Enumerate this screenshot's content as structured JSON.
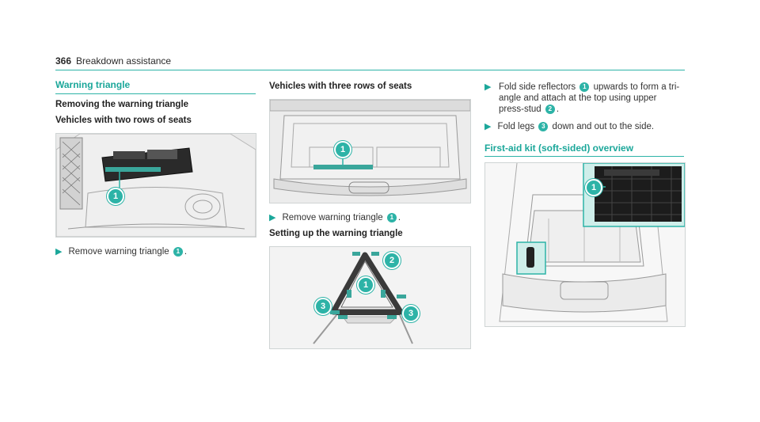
{
  "header": {
    "page_number": "366",
    "section": "Breakdown assistance"
  },
  "col1": {
    "title": "Warning triangle",
    "subtitle": "Removing the warning triangle",
    "subhead": "Vehicles with two rows of seats",
    "step_text": "Remove warning triangle",
    "step_ref": "1",
    "step_end": ".",
    "callout": "1"
  },
  "col2": {
    "subhead": "Vehicles with three rows of seats",
    "callout": "1",
    "step_text": "Remove warning triangle",
    "step_ref": "1",
    "step_end": ".",
    "setup_title": "Setting up the warning triangle",
    "setup_callouts": [
      "1",
      "2",
      "3",
      "3"
    ]
  },
  "col3": {
    "step1_a": "Fold side reflectors",
    "step1_ref1": "1",
    "step1_b": "upwards to form a tri-",
    "step1_line2": "angle and attach at the top using upper",
    "step1_line3": "press-stud",
    "step1_ref2": "2",
    "step1_end": ".",
    "step2_a": "Fold legs",
    "step2_ref": "3",
    "step2_b": "down and out to the side.",
    "title": "First-aid kit (soft-sided) overview",
    "callout": "1"
  },
  "colors": {
    "accent": "#2db3a7",
    "title": "#1ba79a"
  }
}
